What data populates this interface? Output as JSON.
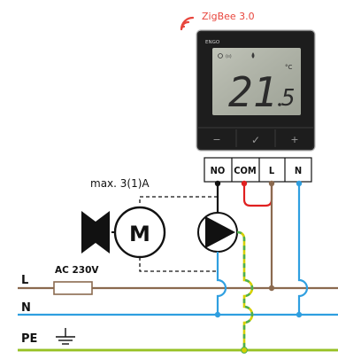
{
  "badge": {
    "text": "ZigBee 3.0",
    "color": "#e8453c"
  },
  "thermostat": {
    "brand": "ENGO",
    "temperature_main": "21",
    "temperature_decimal": "5",
    "unit": "°C",
    "buttons": [
      "−",
      "✓",
      "+"
    ]
  },
  "terminals": [
    "NO",
    "COM",
    "L",
    "N"
  ],
  "max_current_label": "max. 3(1)A",
  "motor_label": "M",
  "supply_label": "AC 230V",
  "rails": {
    "line": "L",
    "neutral": "N",
    "earth": "PE"
  },
  "colors": {
    "line": "#8b6a4f",
    "neutral": "#2f9fe0",
    "earth_yellow": "#d6d000",
    "earth_green": "#4caf50",
    "com": "#e02020",
    "no": "#111111"
  }
}
